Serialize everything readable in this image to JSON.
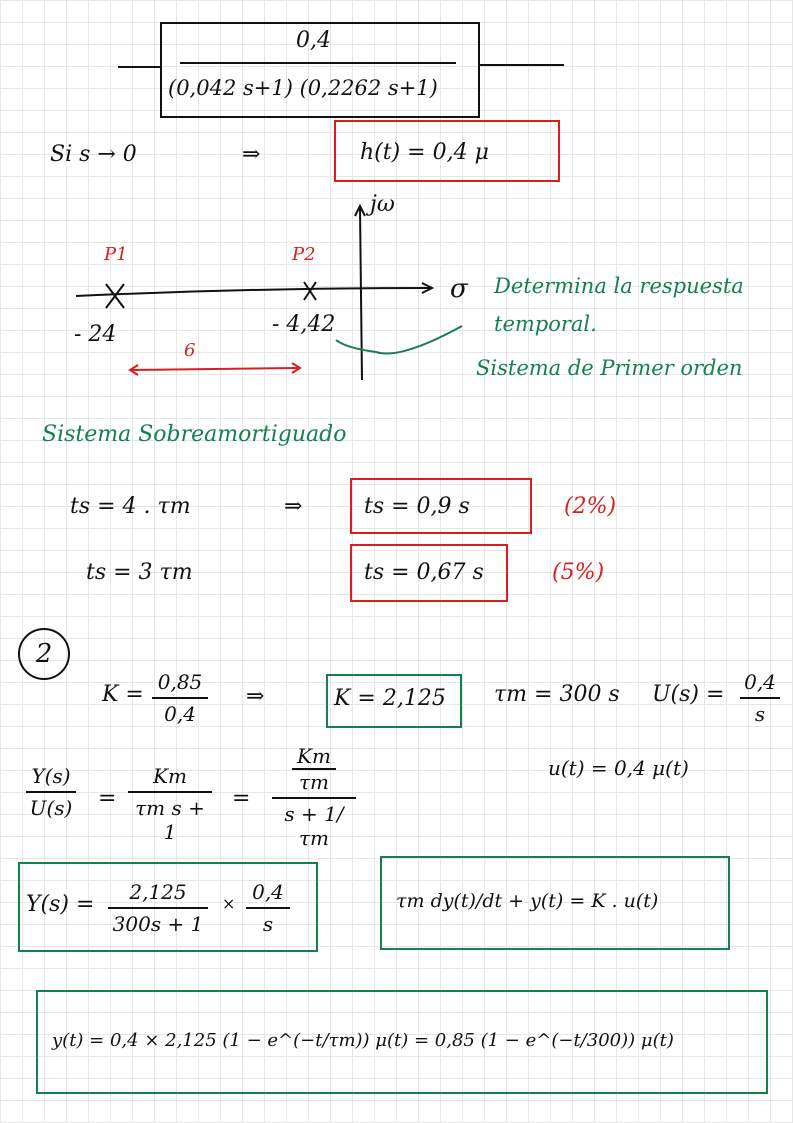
{
  "block": {
    "numerator": "0,4",
    "denominator": "(0,042 s+1) (0,2262 s+1)"
  },
  "limit": {
    "text": "Si  s → 0",
    "arrow": "⇒",
    "result": "h(t) = 0,4 μ"
  },
  "plane": {
    "jw": "jω",
    "sigma": "σ",
    "p1": "P1",
    "p2": "P2",
    "p1_val": "- 24",
    "p2_val": "- 4,42",
    "distance": "6"
  },
  "note": {
    "line1": "Determina la respuesta",
    "line2": "temporal.",
    "line3": "Sistema de Primer orden"
  },
  "overdamped": {
    "title": "Sistema Sobreamortiguado",
    "ts1": "ts = 4 . τm",
    "arrow": "⇒",
    "ts1_result": "ts = 0,9 s",
    "ts1_pct": "(2%)",
    "ts2": "ts = 3 τm",
    "ts2_result": "ts = 0,67 s",
    "ts2_pct": "(5%)"
  },
  "section2": {
    "number": "2",
    "k_label": "K =",
    "k_num": "0,85",
    "k_den": "0,4",
    "k_arrow": "⇒",
    "k_result": "K = 2,125",
    "tau": "τm = 300 s",
    "u_label": "U(s) =",
    "u_num": "0,4",
    "u_den": "s",
    "u_time": "u(t) = 0,4 μ(t)",
    "tf_num": "Y(s)",
    "tf_den": "U(s)",
    "eq1": "=",
    "tf2_num": "Km",
    "tf2_den": "τm s + 1",
    "eq2": "=",
    "tf3_num_top": "Km",
    "tf3_num_bot": "τm",
    "tf3_den": "s + 1/τm",
    "ys_label": "Y(s) =",
    "ys_num": "2,125",
    "ys_den": "300s + 1",
    "times": "×",
    "ys2_num": "0,4",
    "ys2_den": "s",
    "ode": "τm dy(t)/dt + y(t) = K . u(t)",
    "final": "y(t) = 0,4 × 2,125 (1 − e^(−t/τm)) μ(t) = 0,85 (1 − e^(−t/300)) μ(t)"
  }
}
